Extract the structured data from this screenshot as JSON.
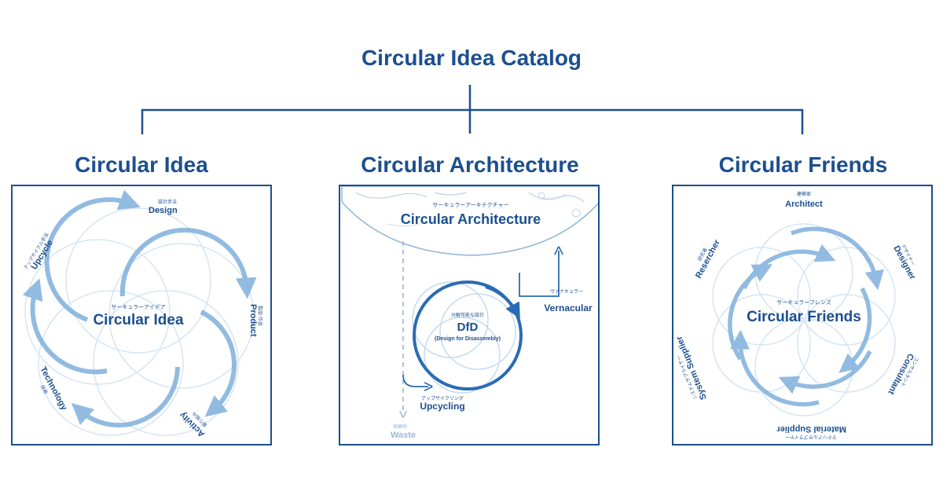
{
  "catalog_title": "Circular Idea Catalog",
  "sections": [
    {
      "title": "Circular Idea",
      "center_label": "Circular Idea",
      "center_kana": "サーキュラーアイデア",
      "nodes": [
        {
          "label": "Design",
          "kana": "設計手法"
        },
        {
          "label": "Product",
          "kana": "製品·作品"
        },
        {
          "label": "Activity",
          "kana": "取り組み"
        },
        {
          "label": "Technology",
          "kana": "技術"
        },
        {
          "label": "Upcycle",
          "kana": "アップサイクル手法"
        }
      ]
    },
    {
      "title": "Circular Architecture",
      "header_label": "Circular Architecture",
      "header_kana": "サーキュラーアーキテクチャー",
      "center_label": "DfD",
      "center_sub": "(Design for Disassembly)",
      "center_kana": "分解可能な設計",
      "vernacular_label": "Vernacular",
      "vernacular_kana": "ヴァナキュラー",
      "upcycling_label": "Upcycling",
      "upcycling_kana": "アップサイクリング",
      "waste_label": "Waste",
      "waste_kana": "廃棄物"
    },
    {
      "title": "Circular Friends",
      "center_label": "Circular Friends",
      "center_kana": "サーキュラーフレンズ",
      "nodes": [
        {
          "label": "Architect",
          "kana": "建築家"
        },
        {
          "label": "Designer",
          "kana": "デザイナー"
        },
        {
          "label": "Consultant",
          "kana": "コンサルタント"
        },
        {
          "label": "Material Supplier",
          "kana": "マテリアルサプライヤー"
        },
        {
          "label": "System Supplier",
          "kana": "システムサプライヤー"
        },
        {
          "label": "Resercher",
          "kana": "研究者"
        }
      ]
    }
  ],
  "colors": {
    "primary": "#1c4f8f",
    "arrow": "#7fb0dc",
    "light_arrow": "#c5dbee"
  }
}
